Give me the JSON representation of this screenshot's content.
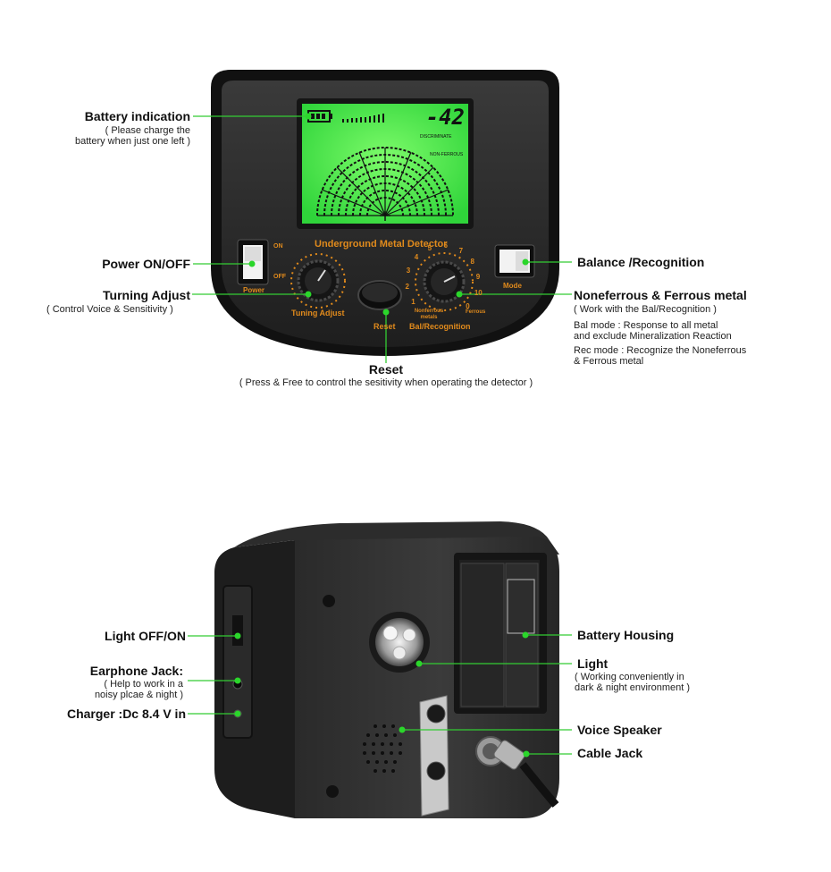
{
  "front": {
    "panel_title": "Underground Metal Detector",
    "lcd_number": "-42",
    "lcd_discriminate": "DISCRIMINATE",
    "lcd_nonferrous": "NON-FERROUS",
    "power_on": "ON",
    "power_off": "OFF",
    "power_label": "Power",
    "tuning_label": "Tuning Adjust",
    "reset_label": "Reset",
    "bal_label": "Bal/Recognition",
    "nonferrous_small": "Nonferrous metals",
    "ferrous_small": "Ferrous",
    "mode_label": "Mode",
    "dial_numbers": [
      "1",
      "2",
      "3",
      "4",
      "5",
      "6",
      "7",
      "8",
      "9",
      "10",
      "0"
    ]
  },
  "callouts_front": {
    "battery_title": "Battery indication",
    "battery_sub1": "( Please charge the",
    "battery_sub2": "battery when just one left )",
    "power_title": "Power ON/OFF",
    "tuning_title": "Turning Adjust",
    "tuning_sub": "( Control Voice & Sensitivity  )",
    "reset_title": "Reset",
    "reset_sub": "( Press & Free to control the sesitivity when operating the detector  )",
    "balance_title": "Balance /Recognition",
    "ferrous_title": "Noneferrous & Ferrous metal",
    "ferrous_sub": "( Work with the Bal/Recognition  )",
    "bal_mode1": "Bal mode : Response to all metal",
    "bal_mode2": "and exclude Mineralization Reaction",
    "rec_mode1": "Rec mode  : Recognize the Noneferrous",
    "rec_mode2": "& Ferrous metal"
  },
  "callouts_back": {
    "light_switch_title": "Light OFF/ON",
    "earphone_title": "Earphone Jack:",
    "earphone_sub1": "( Help to work in a",
    "earphone_sub2": "noisy plcae & night  )",
    "charger_title": "Charger :Dc 8.4 V in",
    "battery_housing_title": "Battery Housing",
    "light_title": "Light",
    "light_sub1": "( Working conveniently in",
    "light_sub2": "dark & night environment )",
    "speaker_title": "Voice Speaker",
    "cable_title": "Cable Jack"
  },
  "colors": {
    "lcd_green": "#3fe23f",
    "accent_orange": "#e08a1c",
    "marker_green": "#2bd62b"
  }
}
